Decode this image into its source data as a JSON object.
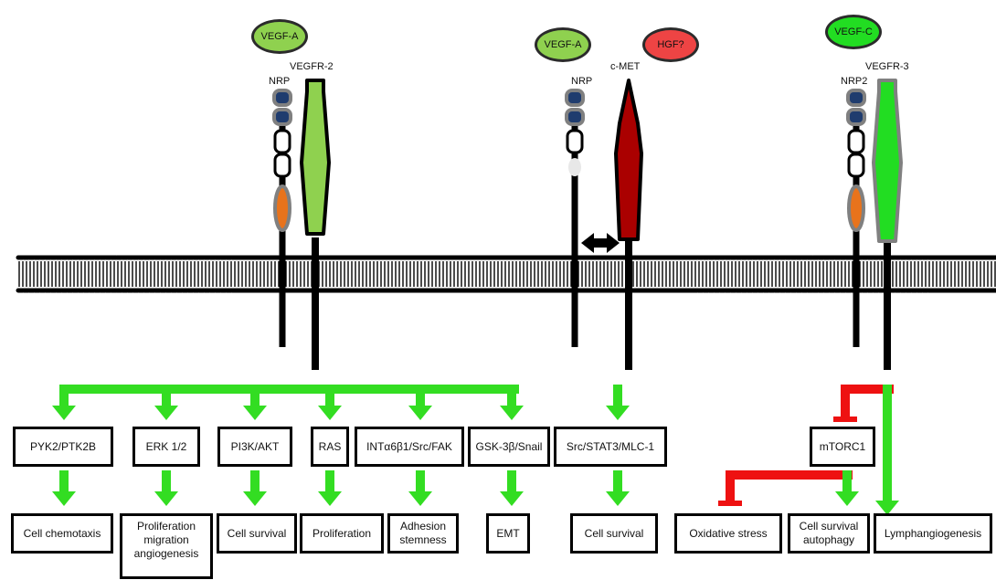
{
  "colors": {
    "green_arrow": "#33dd22",
    "red_inhibit": "#ee1111",
    "vegfa_fill": "#8fd14f",
    "vegfc_fill": "#22dd22",
    "hgf_fill": "#ee4444",
    "cmet_fill": "#aa0000",
    "vegfr3_fill": "#22dd22",
    "vegfr3_outline": "#808080",
    "nrp_domain": "#1f3c6e",
    "nrp_oval": "#e8731c",
    "membrane": "#000000"
  },
  "ligands": {
    "vegfa_left": "VEGF-A",
    "vegfa_mid": "VEGF-A",
    "hgf": "HGF?",
    "vegfc": "VEGF-C"
  },
  "receptors": {
    "vegfr2": "VEGFR-2",
    "nrp_left": "NRP",
    "nrp_mid": "NRP",
    "cmet": "c-MET",
    "nrp2": "NRP2",
    "vegfr3": "VEGFR-3"
  },
  "pathways": [
    {
      "mediator": "PYK2/PTK2B",
      "outcome": "Cell chemotaxis"
    },
    {
      "mediator": "ERK 1/2",
      "outcome": "Proliferation\nmigration\nangiogenesis"
    },
    {
      "mediator": "PI3K/AKT",
      "outcome": "Cell survival"
    },
    {
      "mediator": "RAS",
      "outcome": "Proliferation"
    },
    {
      "mediator": "INTα6β1/Src/FAK",
      "outcome": "Adhesion\nstemness"
    },
    {
      "mediator": "GSK-3β/Snail",
      "outcome": "EMT"
    },
    {
      "mediator": "Src/STAT3/MLC-1",
      "outcome": "Cell survival"
    }
  ],
  "vegfr3_branch": {
    "mediator": "mTORC1",
    "outcomes": [
      "Oxidative stress",
      "Cell survival\nautophagy",
      "Lymphangiogenesis"
    ]
  }
}
